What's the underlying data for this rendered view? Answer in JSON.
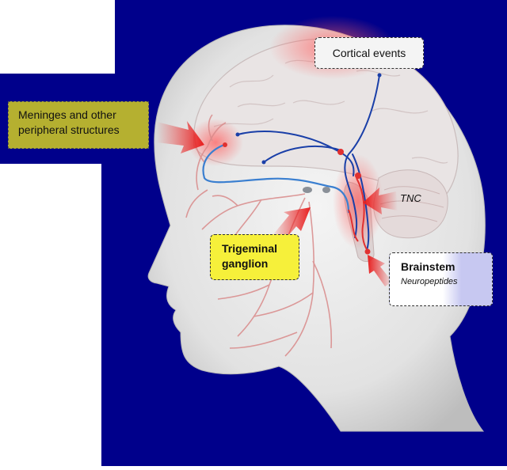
{
  "labels": {
    "cortical": "Cortical events",
    "meninges_line1": "Meninges and other",
    "meninges_line2": "peripheral structures",
    "tnc": "TNC",
    "trigeminal_line1": "Trigeminal",
    "trigeminal_line2": "ganglion",
    "brainstem_title": "Brainstem",
    "brainstem_subtitle": "Neuropeptides"
  },
  "colors": {
    "background_blue": "#00008b",
    "head_gray": "#c8c8c8",
    "nerve_red": "#e03030",
    "pathway_blue": "#1a3fa8",
    "pathway_lightblue": "#3a7fd0",
    "meninges_box": "#b5b030",
    "trigeminal_box": "#f6f03a",
    "arrow_red": "#e82020"
  }
}
